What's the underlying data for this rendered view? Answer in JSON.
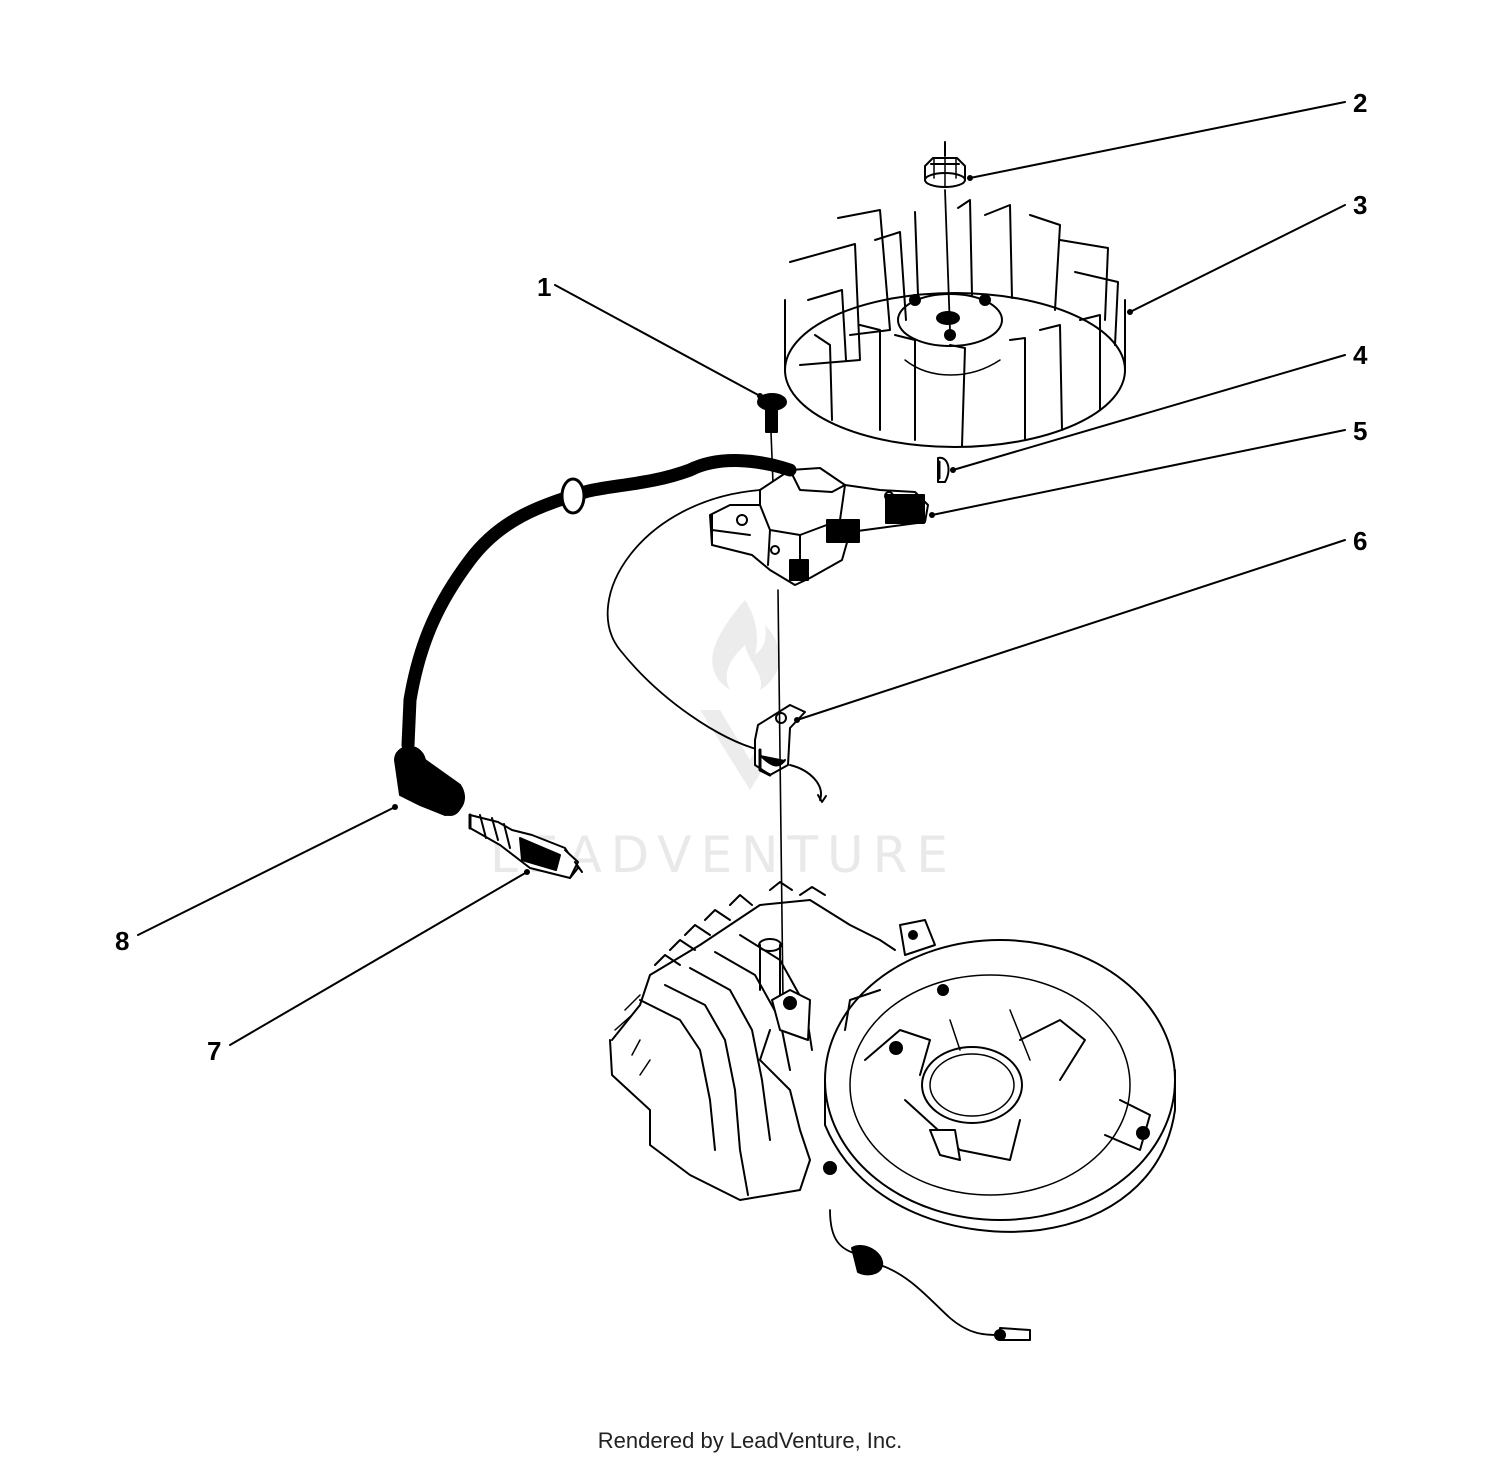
{
  "callouts": {
    "c1": "1",
    "c2": "2",
    "c3": "3",
    "c4": "4",
    "c5": "5",
    "c6": "6",
    "c7": "7",
    "c8": "8"
  },
  "watermark": "LEADVENTURE",
  "footer": "Rendered by LeadVenture, Inc."
}
